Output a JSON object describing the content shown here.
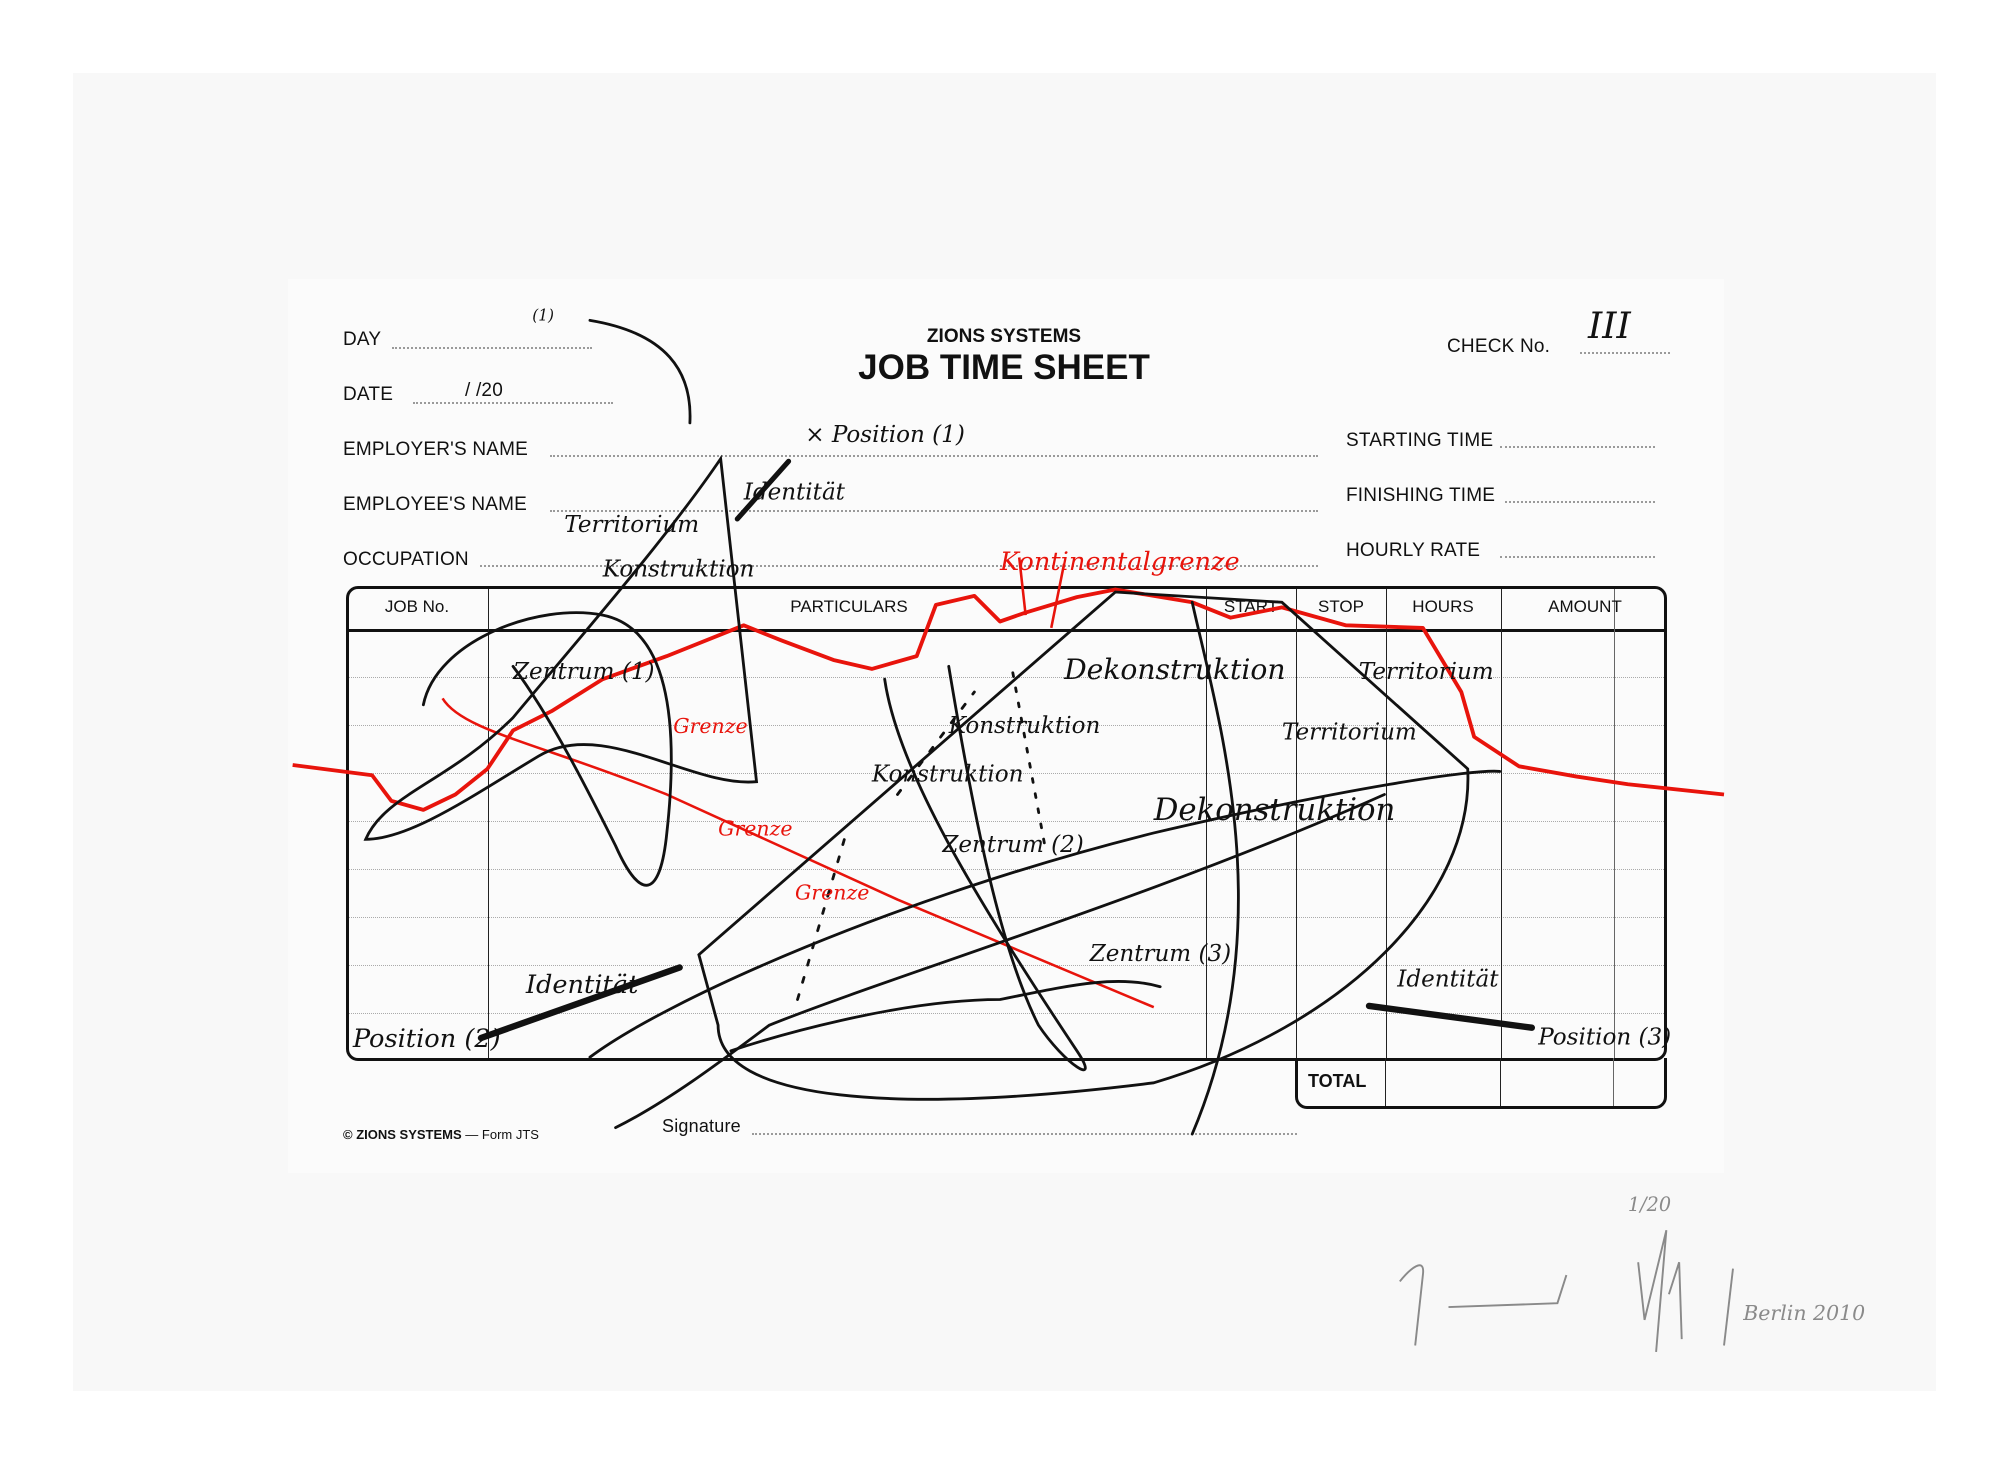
{
  "form": {
    "brand": "ZIONS SYSTEMS",
    "title": "JOB TIME SHEET",
    "check_label": "CHECK No.",
    "check_value": "III",
    "fields_left": [
      {
        "label": "DAY",
        "value": ""
      },
      {
        "label": "DATE",
        "value": "/          /20"
      },
      {
        "label": "EMPLOYER'S NAME",
        "value": ""
      },
      {
        "label": "EMPLOYEE'S NAME",
        "value": ""
      },
      {
        "label": "OCCUPATION",
        "value": ""
      }
    ],
    "fields_right": [
      {
        "label": "STARTING TIME"
      },
      {
        "label": "FINISHING TIME"
      },
      {
        "label": "HOURLY RATE"
      }
    ],
    "table_headers": [
      "JOB No.",
      "PARTICULARS",
      "START",
      "STOP",
      "HOURS",
      "AMOUNT"
    ],
    "total_label": "TOTAL",
    "footer_brand": "© ZIONS SYSTEMS",
    "footer_form": "— Form JTS",
    "signature_label": "Signature"
  },
  "annotations": {
    "black": [
      "(1)",
      "Position (1)",
      "Territorium",
      "Identität",
      "Konstruktion",
      "Zentrum (1)",
      "Dekonstruktion",
      "Zentrum (2)",
      "Dekonstruktion",
      "Territorium",
      "Territorium",
      "Zentrum (3)",
      "Identität",
      "Position (2)",
      "Identität",
      "Position (3)",
      "Konstruktion",
      "Konstruktion"
    ],
    "red": [
      "Kontinentalgrenze",
      "Grenze",
      "Grenze",
      "Grenze"
    ]
  },
  "edition": "1/20",
  "artist_signature": "Berlin 2010",
  "colors": {
    "ink": "#111111",
    "red": "#e8140c",
    "pencil": "#888888"
  }
}
